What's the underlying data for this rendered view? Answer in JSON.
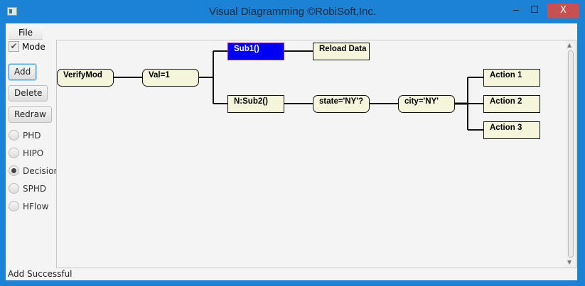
{
  "window": {
    "title": "Visual Diagramming ©RobiSoft,Inc.",
    "minimize": "‒",
    "maximize": "☐",
    "close": "X"
  },
  "menu": {
    "file": "File"
  },
  "sidebar": {
    "mode_label": "Mode",
    "mode_checked": true,
    "add": "Add",
    "delete": "Delete",
    "redraw": "Redraw",
    "radios": [
      {
        "label": "PHD",
        "selected": false
      },
      {
        "label": "HIPO",
        "selected": false
      },
      {
        "label": "Decision",
        "selected": true
      },
      {
        "label": "SPHD",
        "selected": false
      },
      {
        "label": "HFlow",
        "selected": false
      }
    ]
  },
  "diagram": {
    "nodes": {
      "verify": "VerifyMod",
      "val": "Val=1",
      "sub1": "Sub1()",
      "reload": "Reload Data",
      "sub2": "N:Sub2()",
      "state": "state='NY'?",
      "city": "city='NY'",
      "action1": "Action 1",
      "action2": "Action 2",
      "action3": "Action 3"
    },
    "selected_color": "#0000f5",
    "node_fill": "#f5f5dc"
  },
  "status": "Add Successful"
}
